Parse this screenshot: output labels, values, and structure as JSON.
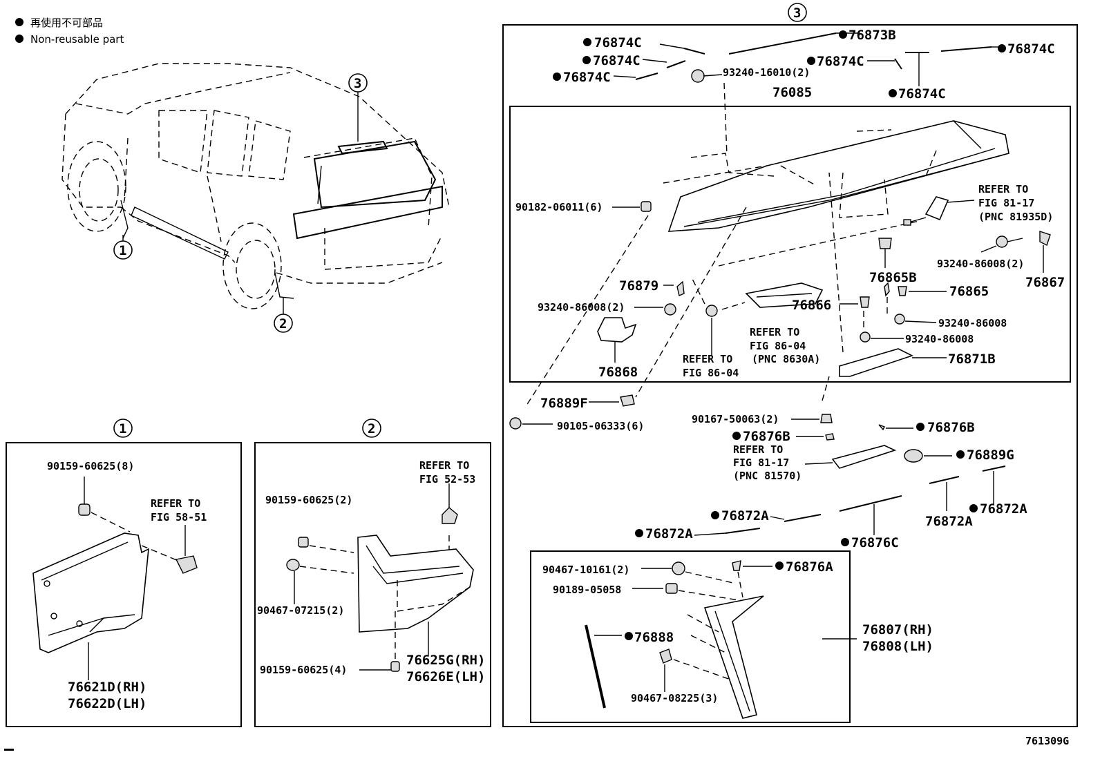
{
  "legend": {
    "line1": "再使用不可部品",
    "line2": "Non-reusable part"
  },
  "callouts": {
    "c1": "1",
    "c2": "2",
    "c3": "3"
  },
  "section1": {
    "bolt": "90159-60625(8)",
    "refer_a": "REFER TO",
    "refer_b": "FIG 58-51",
    "part_rh": "76621D(RH)",
    "part_lh": "76622D(LH)"
  },
  "section2": {
    "refer_a": "REFER TO",
    "refer_b": "FIG 52-53",
    "bolt_top": "90159-60625(2)",
    "clip": "90467-07215(2)",
    "bolt_bottom": "90159-60625(4)",
    "part_rh": "76625G(RH)",
    "part_lh": "76626E(LH)"
  },
  "section3": {
    "p_76874c_a": "76874C",
    "p_76874c_b": "76874C",
    "p_76874c_c": "76874C",
    "p_76874c_d": "76874C",
    "p_76874c_e": "76874C",
    "p_76874c_f": "76874C",
    "p_76873b": "76873B",
    "bolt_16010": "93240-16010(2)",
    "p_76085": "76085",
    "nut_06011": "90182-06011(6)",
    "refer_81_a": "REFER TO",
    "refer_81_b": "FIG 81-17",
    "refer_81_c": "(PNC 81935D)",
    "p_76865b": "76865B",
    "bolt_86008_2a": "93240-86008(2)",
    "p_76867": "76867",
    "p_76879": "76879",
    "bolt_86008_2b": "93240-86008(2)",
    "p_76866": "76866",
    "p_76865": "76865",
    "bolt_86008_a": "93240-86008",
    "bolt_86008_b": "93240-86008",
    "refer_86_a": "REFER TO",
    "refer_86_b": "FIG 86-04",
    "refer_86_c": "REFER TO",
    "refer_86_d": "(PNC 8630A)",
    "refer_86_e": "FIG 86-04",
    "p_76868": "76868",
    "p_76871b": "76871B",
    "p_76889f": "76889F",
    "screw_06333": "90105-06333(6)",
    "bolt_50063": "90167-50063(2)",
    "p_76876b_a": "76876B",
    "p_76876b_b": "76876B",
    "refer_81b_a": "REFER TO",
    "refer_81b_b": "FIG 81-17",
    "refer_81b_c": "(PNC 81570)",
    "p_76889g": "76889G",
    "p_76872a_a": "76872A",
    "p_76872a_b": "76872A",
    "p_76872a_c": "76872A",
    "p_76872a_d": "76872A",
    "p_76876c": "76876C",
    "clip_10161": "90467-10161(2)",
    "clip_05058": "90189-05058",
    "p_76876a": "76876A",
    "p_76888": "76888",
    "clip_08225": "90467-08225(3)",
    "p_rh": "76807(RH)",
    "p_lh": "76808(LH)"
  },
  "figure_id": "761309G"
}
